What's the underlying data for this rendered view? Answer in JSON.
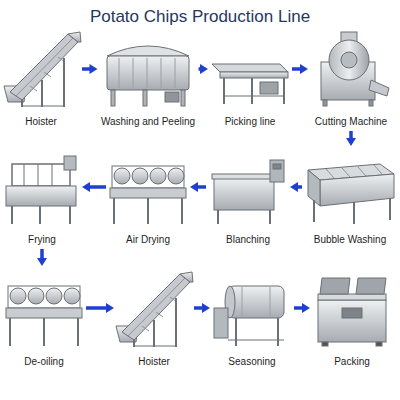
{
  "diagram": {
    "title": "Potato Chips Production Line",
    "nodes": [
      {
        "text": [
          "Hoister"
        ]
      },
      {
        "text": [
          "Washing and Peeling"
        ]
      },
      {
        "text": [
          "Picking line"
        ]
      },
      {
        "text": [
          "Cutting Machine"
        ]
      },
      {
        "text": [
          "Frying"
        ]
      },
      {
        "text": [
          "Air Drying"
        ]
      },
      {
        "text": [
          "Blanching"
        ]
      },
      {
        "text": [
          "Bubble Washing"
        ]
      },
      {
        "text": [
          "De-oiling"
        ]
      },
      {
        "text": [
          "Hoister"
        ]
      },
      {
        "text": [
          "Seasoning"
        ]
      },
      {
        "text": [
          "Packing"
        ]
      }
    ],
    "edges": [
      {
        "from": 0,
        "to": 1,
        "arrow": "to"
      },
      {
        "from": 1,
        "to": 2,
        "arrow": "to"
      },
      {
        "from": 2,
        "to": 3,
        "arrow": "to"
      },
      {
        "from": 3,
        "to": 7,
        "arrow": "to"
      },
      {
        "from": 7,
        "to": 6,
        "arrow": "to"
      },
      {
        "from": 6,
        "to": 5,
        "arrow": "to"
      },
      {
        "from": 5,
        "to": 4,
        "arrow": "to"
      },
      {
        "from": 4,
        "to": 8,
        "arrow": "to"
      },
      {
        "from": 8,
        "to": 9,
        "arrow": "to"
      },
      {
        "from": 9,
        "to": 10,
        "arrow": "to"
      },
      {
        "from": 10,
        "to": 11,
        "arrow": "to"
      }
    ]
  }
}
